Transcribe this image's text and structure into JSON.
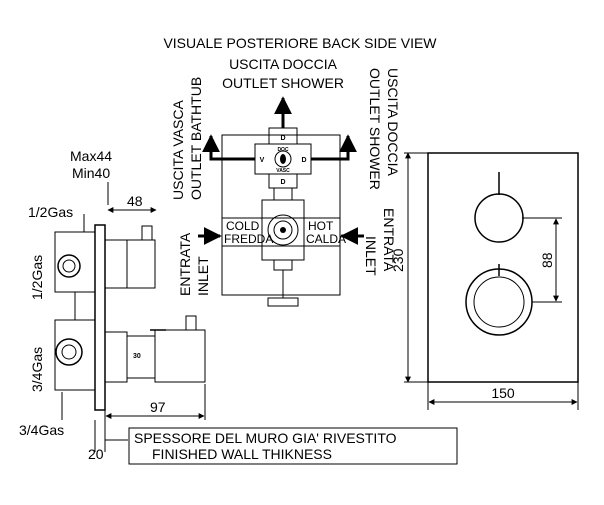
{
  "header": {
    "title": "VISUALE POSTERIORE  BACK SIDE VIEW"
  },
  "back_view": {
    "outlet_shower_top_it": "USCITA DOCCIA",
    "outlet_shower_top_en": "OUTLET SHOWER",
    "outlet_bathtub_it": "USCITA VASCA",
    "outlet_bathtub_en": "OUTLET BATHTUB",
    "outlet_shower_side_it": "USCITA DOCCIA",
    "outlet_shower_side_en": "OUTLET SHOWER",
    "inlet_left_it": "ENTRATA",
    "inlet_left_en": "INLET",
    "inlet_right_it": "ENTRATA",
    "inlet_right_en": "INLET",
    "cold_en": "COLD",
    "cold_it": "FREDDA",
    "hot_en": "HOT",
    "hot_it": "CALDA",
    "diverter_d_top": "D",
    "diverter_doc": "DOC",
    "diverter_v": "V",
    "diverter_d_right": "D",
    "diverter_vasc": "VASC",
    "diverter_d_bottom": "D"
  },
  "side_view": {
    "max": "Max44",
    "min": "Min40",
    "dim_48": "48",
    "gas_top": "1/2Gas",
    "gas_left_vertical": "1/2Gas",
    "gas_lower_vertical": "3/4Gas",
    "gas_bottom": "3/4Gas",
    "dim_97": "97",
    "dim_20": "20",
    "dial_30": "30"
  },
  "front_view": {
    "dim_230": "230",
    "dim_88": "88",
    "dim_150": "150"
  },
  "wall_note": {
    "line1": "SPESSORE DEL MURO GIA' RIVESTITO",
    "line2": "FINISHED WALL THIKNESS"
  }
}
